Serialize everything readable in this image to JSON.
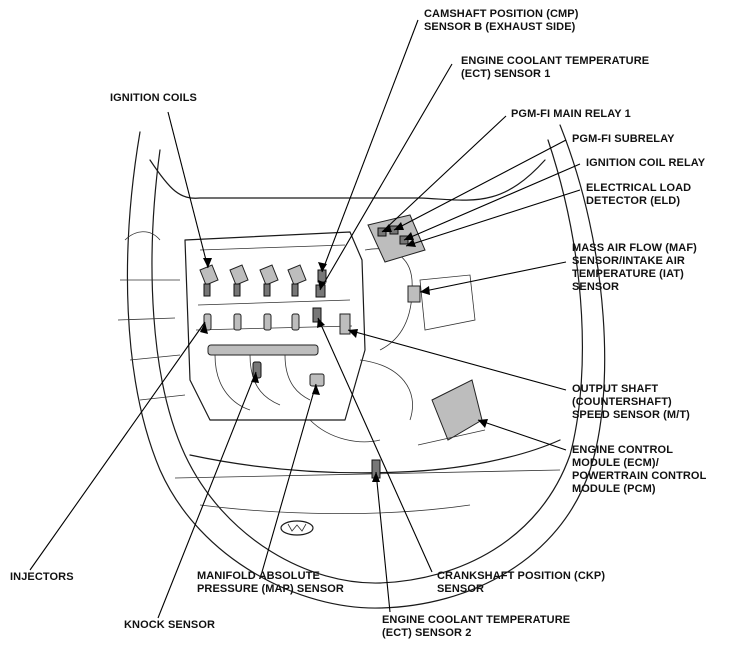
{
  "labels": {
    "cmp": [
      "CAMSHAFT POSITION (CMP)",
      "SENSOR B (EXHAUST SIDE)"
    ],
    "ect1": [
      "ENGINE COOLANT TEMPERATURE",
      "(ECT) SENSOR 1"
    ],
    "ignition_coils": [
      "IGNITION COILS"
    ],
    "pgm_fi_main_relay": [
      "PGM-FI MAIN RELAY 1"
    ],
    "pgm_fi_subrelay": [
      "PGM-FI SUBRELAY"
    ],
    "ignition_coil_relay": [
      "IGNITION COIL RELAY"
    ],
    "eld": [
      "ELECTRICAL LOAD",
      "DETECTOR (ELD)"
    ],
    "maf": [
      "MASS AIR FLOW (MAF)",
      "SENSOR/INTAKE AIR",
      "TEMPERATURE (IAT)",
      "SENSOR"
    ],
    "output_shaft": [
      "OUTPUT SHAFT",
      "(COUNTERSHAFT)",
      "SPEED SENSOR (M/T)"
    ],
    "ecm": [
      "ENGINE CONTROL",
      "MODULE (ECM)/",
      "POWERTRAIN CONTROL",
      "MODULE (PCM)"
    ],
    "injectors": [
      "INJECTORS"
    ],
    "map": [
      "MANIFOLD ABSOLUTE",
      "PRESSURE (MAP) SENSOR"
    ],
    "ckp": [
      "CRANKSHAFT POSITION (CKP)",
      "SENSOR"
    ],
    "knock": [
      "KNOCK SENSOR"
    ],
    "ect2": [
      "ENGINE COOLANT TEMPERATURE",
      "(ECT) SENSOR 2"
    ]
  }
}
